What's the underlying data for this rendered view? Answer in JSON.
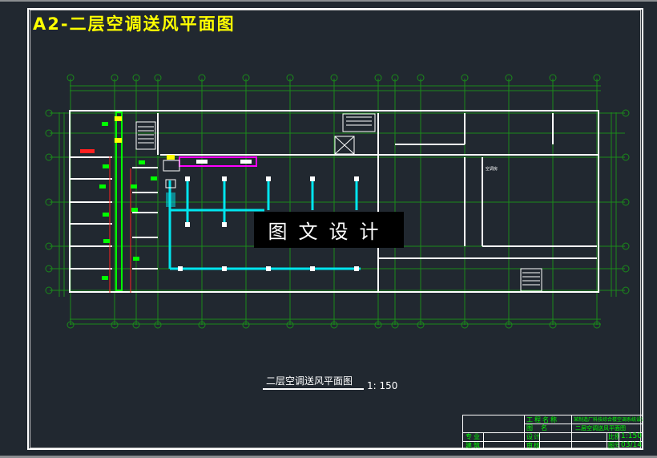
{
  "sheet": {
    "title": "A2-二层空调送风平面图",
    "caption": "二层空调送风平面图",
    "caption_scale": "1: 150",
    "watermark": "图文设计"
  },
  "grid": {
    "x_axes": [
      "1",
      "2",
      "1/2",
      "3",
      "4",
      "5",
      "6",
      "7",
      "1/7",
      "8",
      "9",
      "10",
      "11",
      "12",
      "13",
      "14"
    ],
    "y_axes": [
      "F",
      "1/E",
      "E",
      "D",
      "C",
      "B",
      "1/A",
      "A"
    ]
  },
  "plan_labels": {
    "room_label_right": "空调房"
  },
  "title_block": {
    "project_name_label": "工程名称",
    "project_name_value": "某制造厂科技综合楼空调系统设计",
    "drawing_label": "图名",
    "drawing_value": "二层空调送风平面图",
    "discipline_label": "专业",
    "discipline_value": "",
    "design_label": "设计",
    "design_value": "",
    "scale_label": "比例",
    "scale_value": "1:150",
    "construction_label": "建筑",
    "construction_value": "",
    "review_label": "审核",
    "review_value": "",
    "sheet_no_label": "图号",
    "sheet_no_value": "03/14"
  },
  "colors": {
    "background": "#212830",
    "grid_lines": "#1a8a1a",
    "walls": "#ffffff",
    "duct_supply": "#00e5ee",
    "fan_units": "#00ff00",
    "duct_main_left": "#00ff00",
    "exhaust": "#ff00ff",
    "red_lines": "#ff2020",
    "title_text": "#ffff00",
    "title_block_text": "#00ff00"
  }
}
